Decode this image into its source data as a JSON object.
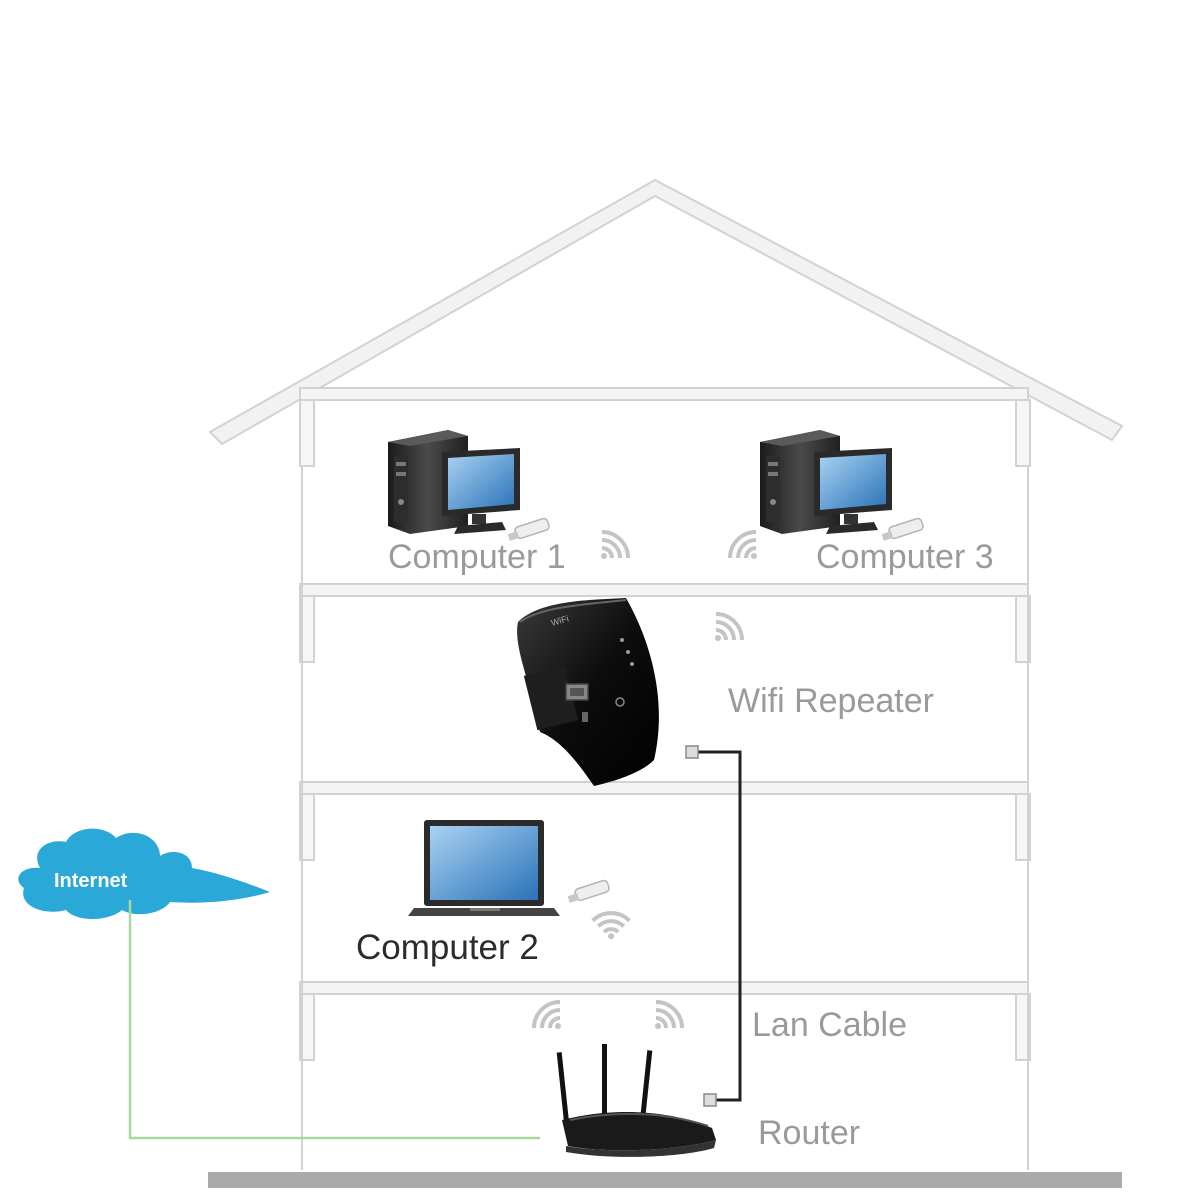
{
  "labels": {
    "computer1": "Computer 1",
    "computer3": "Computer 3",
    "wifi_repeater": "Wifi Repeater",
    "computer2": "Computer 2",
    "lan_cable": "Lan Cable",
    "router": "Router",
    "internet": "Internet"
  },
  "colors": {
    "house_outline": "#d2d2d2",
    "cloud": "#2aa8d8",
    "internet_line": "#a8d8a0",
    "cable": "#222222",
    "device_black": "#111111",
    "screen_blue": "#3f86c8"
  },
  "icons": [
    "desktop-computer-icon",
    "usb-wifi-adapter-icon",
    "wifi-signal-icon",
    "laptop-icon",
    "router-icon",
    "wifi-repeater-icon",
    "cloud-icon",
    "lan-port-icon"
  ]
}
